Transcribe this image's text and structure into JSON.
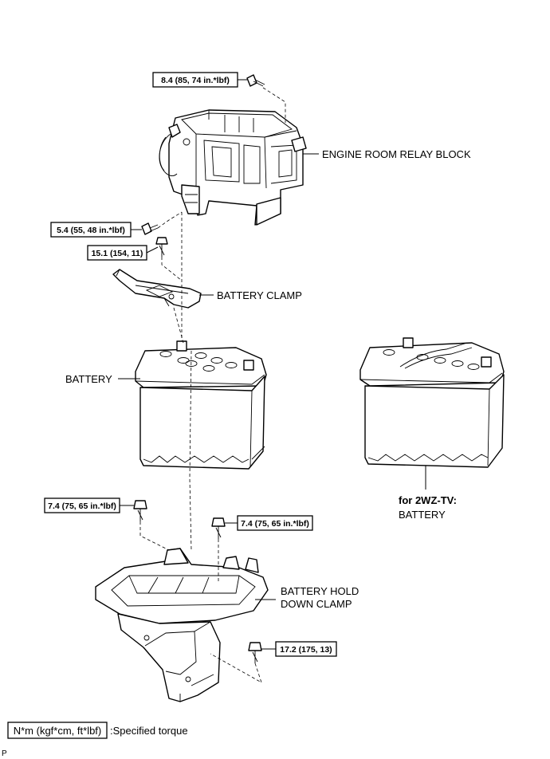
{
  "torque_labels": {
    "relay_block_bolt": "8.4 (85, 74 in.*lbf)",
    "relay_block_lower_bolt": "5.4 (55, 48 in.*lbf)",
    "clamp_bolt": "15.1 (154, 11)",
    "hold_down_left_bolt": "7.4 (75, 65 in.*lbf)",
    "hold_down_right_bolt": "7.4 (75, 65 in.*lbf)",
    "bracket_bolt": "17.2 (175, 13)"
  },
  "part_labels": {
    "relay_block": "ENGINE ROOM RELAY BLOCK",
    "battery_clamp": "BATTERY CLAMP",
    "battery": "BATTERY",
    "hold_down_line1": "BATTERY HOLD",
    "hold_down_line2": "DOWN CLAMP",
    "variant_title": "for 2WZ-TV:",
    "variant_part": "BATTERY"
  },
  "legend": {
    "unit_box": "N*m (kgf*cm, ft*lbf)",
    "meaning": ":Specified torque"
  },
  "corner_mark": "P"
}
